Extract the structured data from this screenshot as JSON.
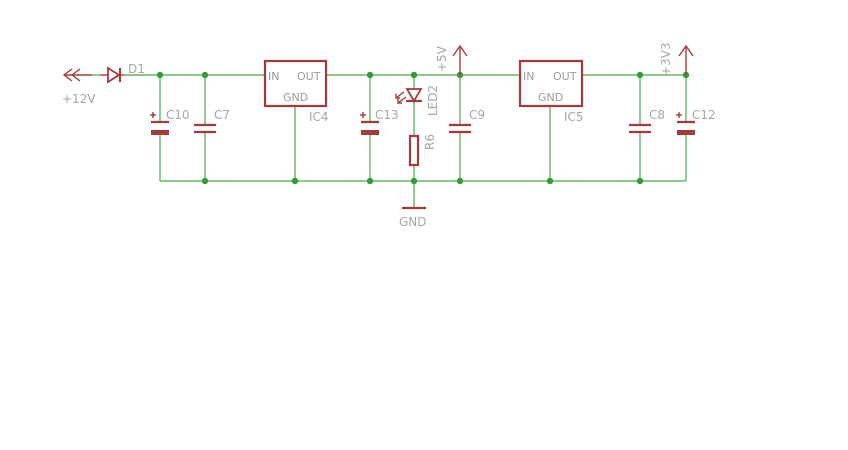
{
  "colors": {
    "wire": "#4aa84a",
    "symbol": "#a23b3b",
    "label": "#a6a6a6",
    "junction": "#3a9a3a"
  },
  "labels": {
    "vin": "+12V",
    "d1": "D1",
    "c10": "C10",
    "c7": "C7",
    "ic4": "IC4",
    "ic4_in": "IN",
    "ic4_out": "OUT",
    "ic4_gnd": "GND",
    "c13": "C13",
    "led2": "LED2",
    "r6": "R6",
    "v5": "+5V",
    "c9": "C9",
    "ic5": "IC5",
    "ic5_in": "IN",
    "ic5_out": "OUT",
    "ic5_gnd": "GND",
    "c8": "C8",
    "c12": "C12",
    "v33": "+3V3",
    "gnd": "GND"
  }
}
